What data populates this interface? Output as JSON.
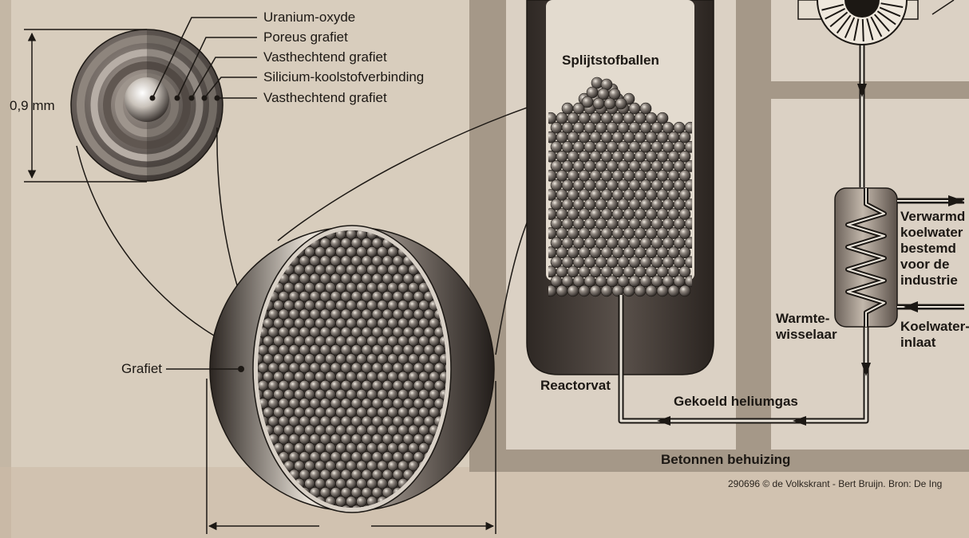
{
  "particle": {
    "layers": [
      {
        "label": "Uranium-oxyde"
      },
      {
        "label": "Poreus grafiet"
      },
      {
        "label": "Vasthechtend grafiet"
      },
      {
        "label": "Silicium-koolstofverbinding"
      },
      {
        "label": "Vasthechtend grafiet"
      }
    ],
    "diameter_label": "0,9 mm"
  },
  "pebble": {
    "shell_label": "Grafiet"
  },
  "reactor": {
    "fuel_label": "Splijtstofballen",
    "vessel_label": "Reactorvat",
    "gas_label": "Gekoeld heliumgas",
    "housing_label": "Betonnen behuizing"
  },
  "heat_exchanger": {
    "label": "Warmte-\nwisselaar",
    "outlet_label": "Verwarmd\nkoelwater\nbestemd\nvoor de\nindustrie",
    "inlet_label": "Koelwater-\ninlaat"
  },
  "credit": "290696 © de Volkskrant - Bert Bruijn. Bron: De Ing",
  "colors": {
    "paper": "#d8cdbd",
    "ink": "#1c1814",
    "concrete": "#a59888",
    "vessel": "#4e4540"
  }
}
